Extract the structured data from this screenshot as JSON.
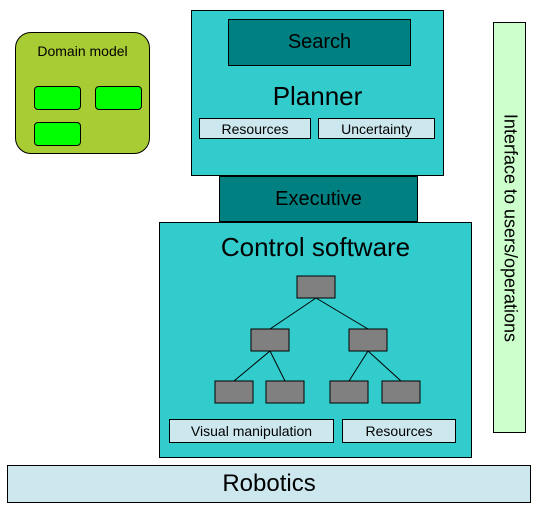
{
  "domain_model": {
    "label": "Domain model",
    "fill_color": "#a8cc33",
    "item_color": "#00ff00"
  },
  "planner": {
    "title": "Planner",
    "search_label": "Search",
    "resources_label": "Resources",
    "uncertainty_label": "Uncertainty",
    "fill_color": "#33cccc",
    "search_color": "#008080",
    "chip_color": "#cce8ee"
  },
  "executive": {
    "label": "Executive",
    "fill_color": "#008080"
  },
  "control": {
    "title": "Control software",
    "visual_manipulation_label": "Visual manipulation",
    "resources_label": "Resources",
    "fill_color": "#33cccc",
    "node_color": "#808080"
  },
  "interface": {
    "label": "Interface to users/operations",
    "fill_color": "#ccffcc"
  },
  "robotics": {
    "label": "Robotics",
    "fill_color": "#cce8ee"
  }
}
